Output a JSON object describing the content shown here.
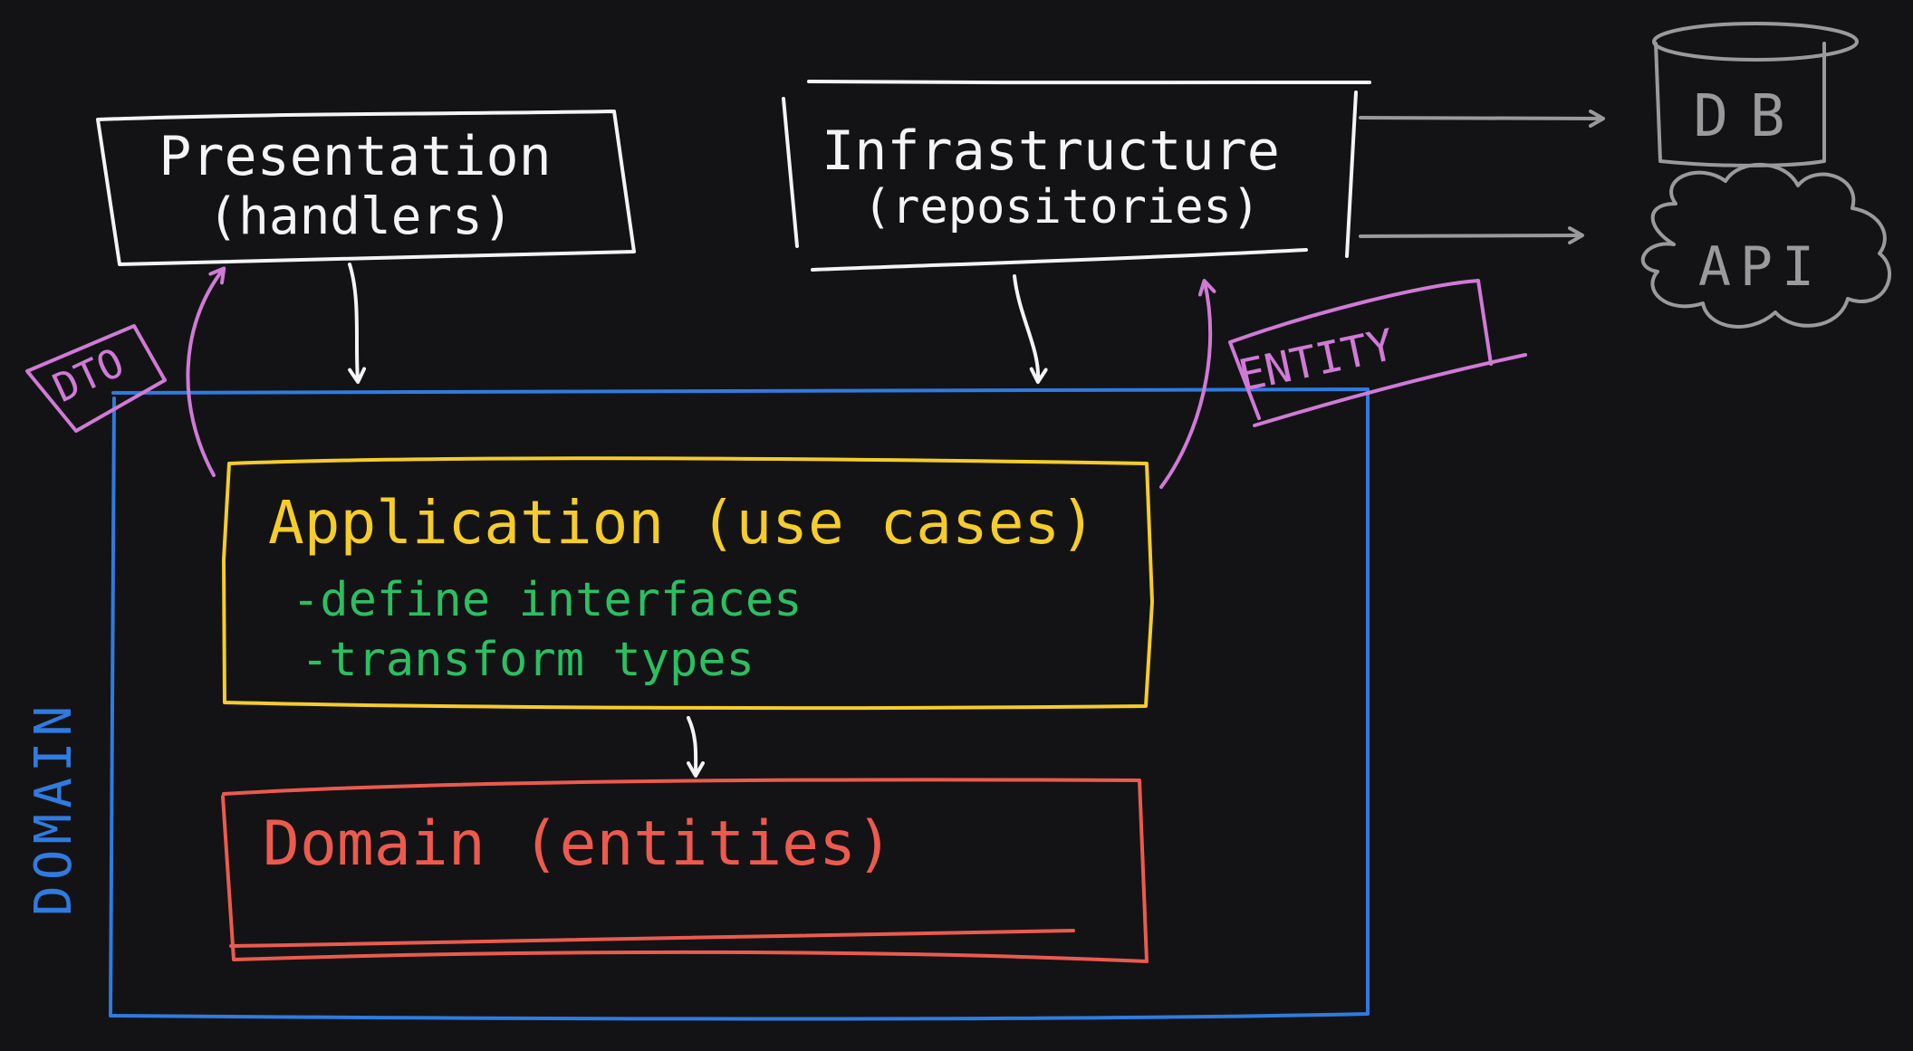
{
  "colors": {
    "background": "#131316",
    "white": "#f4f4f4",
    "gray": "#9a9a9a",
    "blue": "#2f7be0",
    "pink": "#d07ad6",
    "yellow": "#f5cc2a",
    "green": "#2bbf62",
    "red": "#ec5a4e"
  },
  "presentation": {
    "line1": "Presentation",
    "line2": "(handlers)"
  },
  "infrastructure": {
    "line1": "Infrastructure",
    "line2": "(repositories)"
  },
  "external": {
    "db": "DB",
    "api": "API"
  },
  "tags": {
    "dto": "DTO",
    "entity": "ENTITY"
  },
  "domain_region": {
    "label": "DOMAIN"
  },
  "application": {
    "title": "Application (use cases)",
    "bullet1": "-define interfaces",
    "bullet2": "-transform types"
  },
  "domain_box": {
    "title": "Domain (entities)"
  }
}
